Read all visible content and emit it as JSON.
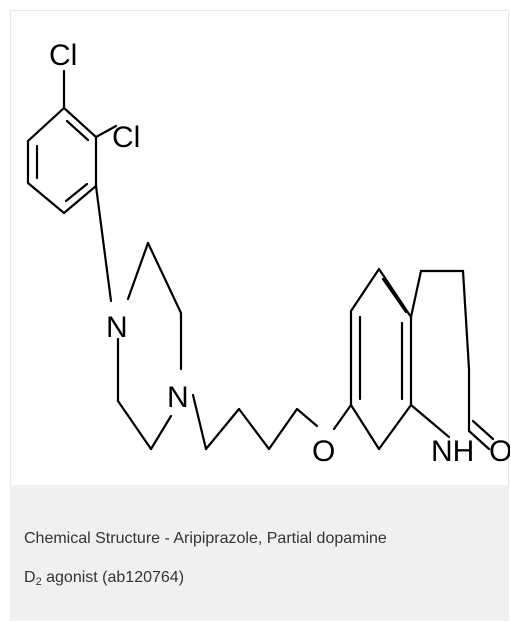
{
  "structure": {
    "atoms": {
      "cl_top": "Cl",
      "cl_side": "Cl",
      "n_upper": "N",
      "n_lower": "N",
      "o_ether": "O",
      "nh": "NH",
      "o_carbonyl": "O"
    }
  },
  "caption": {
    "line1": "Chemical Structure - Aripiprazole, Partial dopamine",
    "d": "D",
    "sub": "2",
    "line2_rest": " agonist (ab120764)"
  }
}
